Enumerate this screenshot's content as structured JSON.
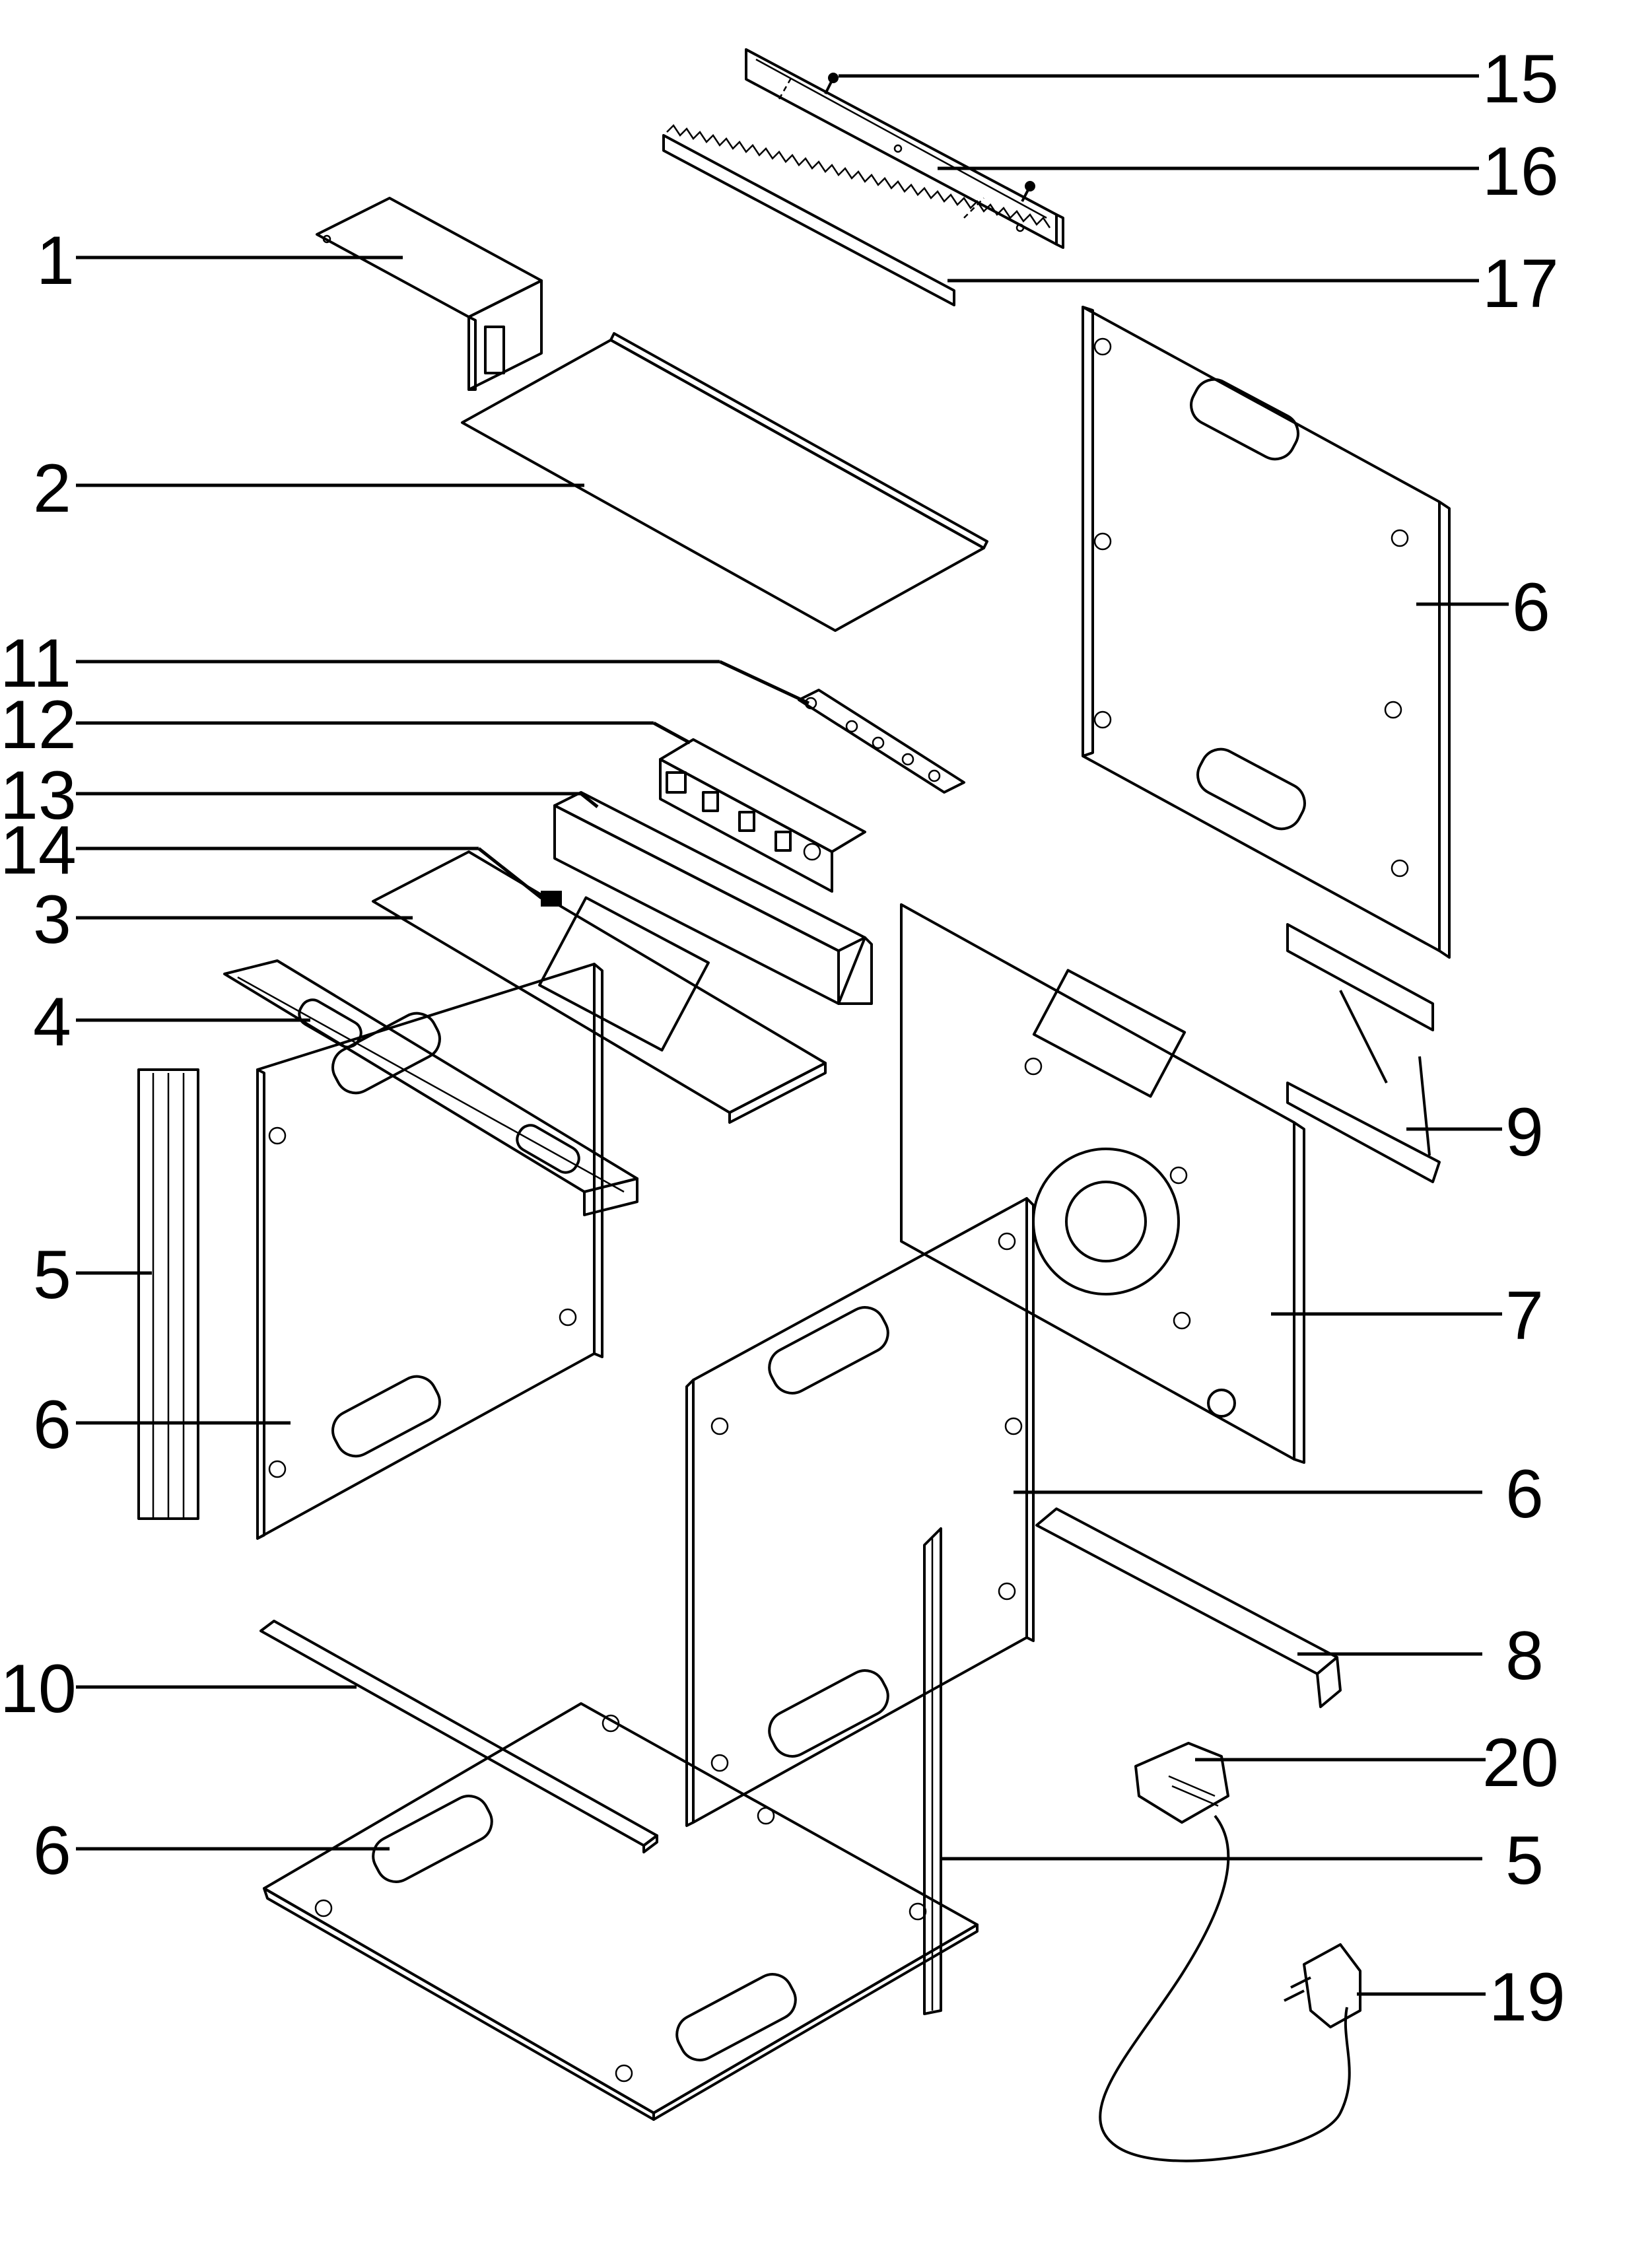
{
  "diagram": {
    "callouts": [
      {
        "id": "c15",
        "label": "15"
      },
      {
        "id": "c16",
        "label": "16"
      },
      {
        "id": "c17",
        "label": "17"
      },
      {
        "id": "c1",
        "label": "1"
      },
      {
        "id": "c2",
        "label": "2"
      },
      {
        "id": "c6a",
        "label": "6"
      },
      {
        "id": "c11",
        "label": "11"
      },
      {
        "id": "c12",
        "label": "12"
      },
      {
        "id": "c13",
        "label": "13"
      },
      {
        "id": "c14",
        "label": "14"
      },
      {
        "id": "c3",
        "label": "3"
      },
      {
        "id": "c4",
        "label": "4"
      },
      {
        "id": "c9",
        "label": "9"
      },
      {
        "id": "c5a",
        "label": "5"
      },
      {
        "id": "c7",
        "label": "7"
      },
      {
        "id": "c6b",
        "label": "6"
      },
      {
        "id": "c6c",
        "label": "6"
      },
      {
        "id": "c8",
        "label": "8"
      },
      {
        "id": "c10",
        "label": "10"
      },
      {
        "id": "c20",
        "label": "20"
      },
      {
        "id": "c6d",
        "label": "6"
      },
      {
        "id": "c5b",
        "label": "5"
      },
      {
        "id": "c19",
        "label": "19"
      }
    ]
  }
}
